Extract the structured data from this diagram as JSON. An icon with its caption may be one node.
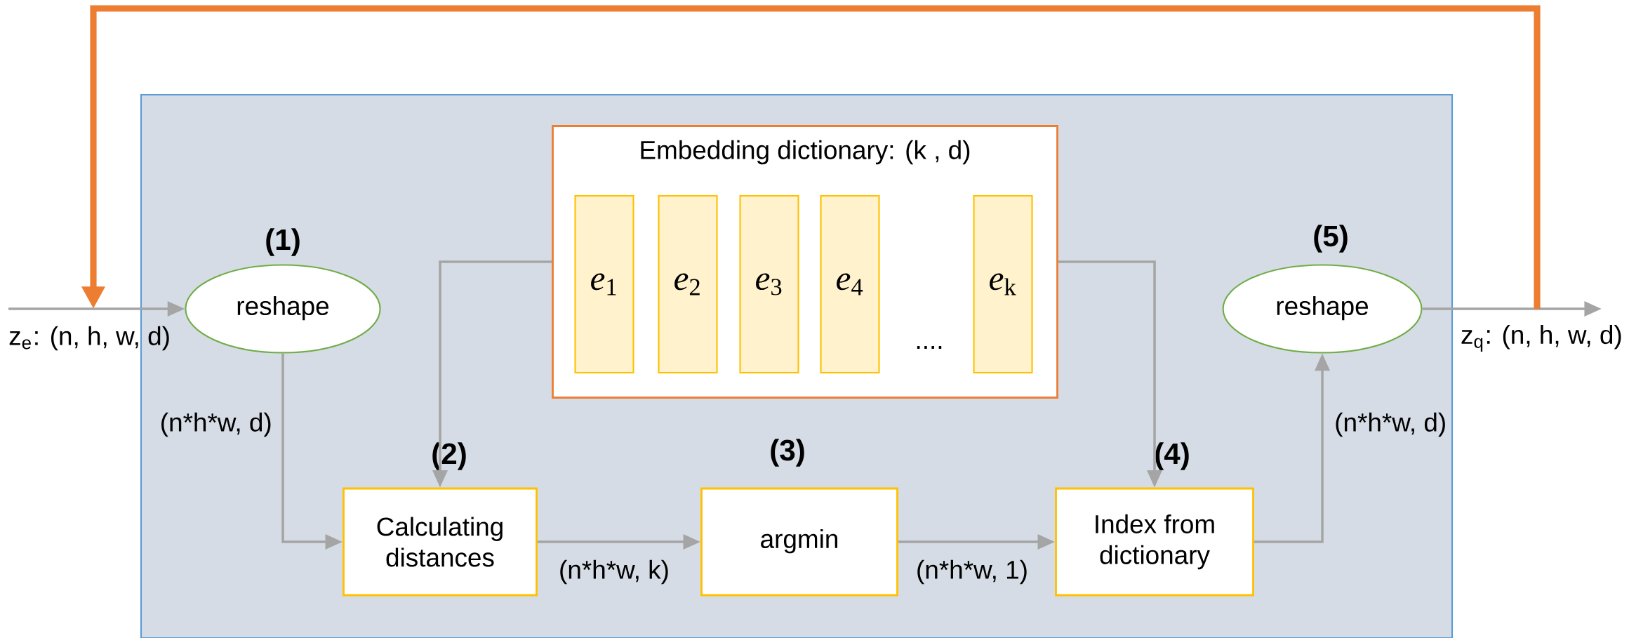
{
  "diagram": {
    "nodes": [
      {
        "text": [],
        "shape": "box"
      },
      {
        "text": [
          "reshape"
        ],
        "beside": [
          "(1)"
        ],
        "in": 0
      },
      {
        "text": [
          "Embedding dictionary: (k , d)",
          "...."
        ],
        "in": 0
      },
      {
        "text": [
          "*e*$_{1}$"
        ],
        "in": 2
      },
      {
        "text": [
          "*e*$_{2}$"
        ],
        "in": 2
      },
      {
        "text": [
          "*e*$_{3}$"
        ],
        "in": 2
      },
      {
        "text": [
          "*e*$_{4}$"
        ],
        "in": 2
      },
      {
        "text": [
          "*e*$_{k}$"
        ],
        "in": 2
      },
      {
        "text": [
          "Calculating distances"
        ],
        "beside": [
          "(2)"
        ],
        "in": 0
      },
      {
        "text": [
          "argmin"
        ],
        "beside": [
          "(3)"
        ],
        "in": 0
      },
      {
        "text": [
          "Index from dictionary"
        ],
        "beside": [
          "(4)"
        ],
        "in": 0
      },
      {
        "text": [
          "reshape"
        ],
        "beside": [
          "(5)"
        ],
        "in": 0
      }
    ],
    "edges": [
      {
        "from": null,
        "to": 1,
        "arrow": "to",
        "label": "z$_{e}$: (n, h, w, d)"
      },
      {
        "from": 1,
        "to": 8,
        "arrow": "to",
        "label": "(n*h*w,  d)"
      },
      {
        "from": 2,
        "to": 8,
        "arrow": "to"
      },
      {
        "from": 8,
        "to": 9,
        "arrow": "to",
        "label": "(n*h*w,  k)"
      },
      {
        "from": 9,
        "to": 10,
        "arrow": "to",
        "label": "(n*h*w,  1)"
      },
      {
        "from": 2,
        "to": 10,
        "arrow": "to"
      },
      {
        "from": 10,
        "to": 11,
        "arrow": "to",
        "label": "(n*h*w,  d)"
      },
      {
        "from": 11,
        "to": null,
        "arrow": "to",
        "label": "z$_{q}$: (n, h, w, d)"
      },
      {
        "from": null,
        "to": 1,
        "arrow": "to",
        "style": "thick",
        "color": "#ed7d31"
      }
    ]
  }
}
